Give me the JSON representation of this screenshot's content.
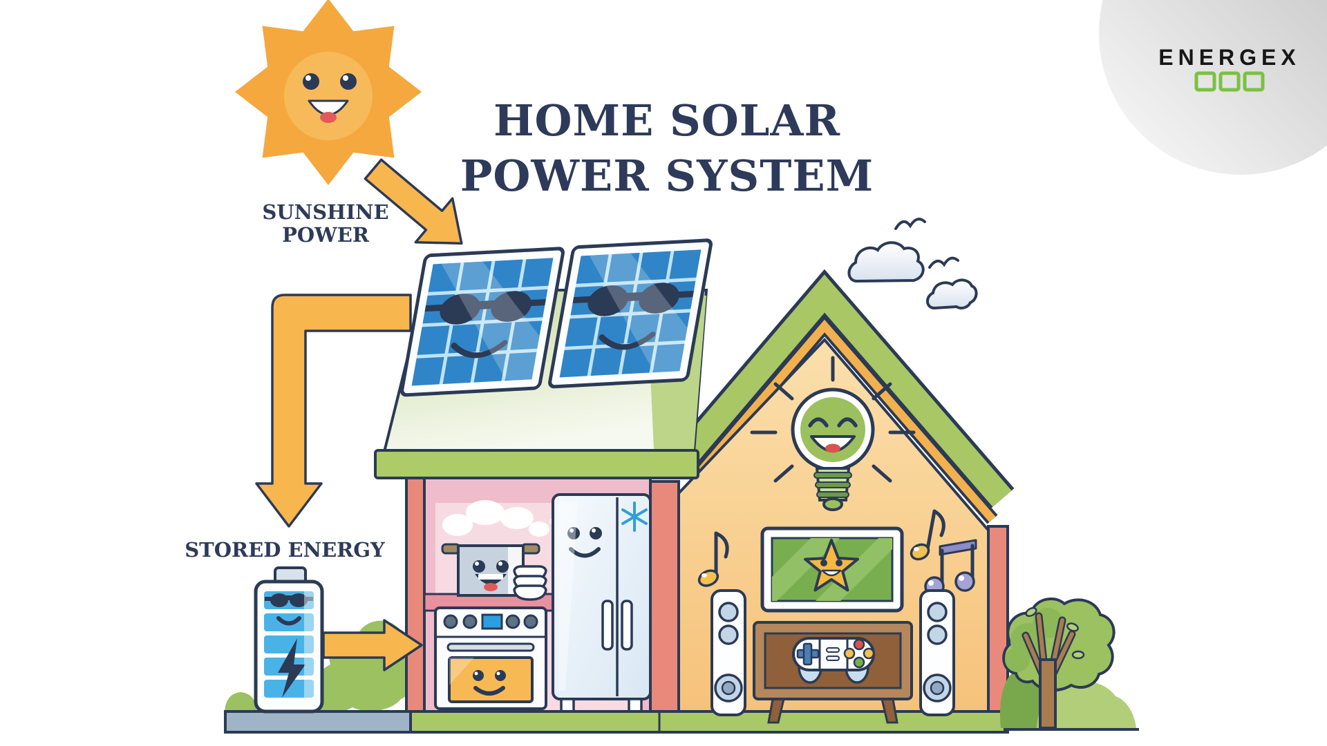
{
  "title": {
    "line1": "HOME SOLAR",
    "line2": "POWER SYSTEM",
    "color": "#2E3A59"
  },
  "sun_label": {
    "line1": "SUNSHINE",
    "line2": "POWER"
  },
  "battery_label": {
    "text": "STORED ENERGY"
  },
  "logo": {
    "brand": "ENERGEX",
    "accent_color": "#7CC142",
    "square_count": 3
  },
  "palette": {
    "outline_navy": "#2B3A55",
    "arrow_orange": "#F7B64E",
    "sun_orange": "#F5A83E",
    "roof_green": "#A9C765",
    "eave_green": "#AECB69",
    "roof_trim_orange": "#F2B14E",
    "attic_wall_orange": "#F6C377",
    "kitchen_pink": "#EFBCCB",
    "frame_salmon": "#E8897B",
    "panel_blue": "#2F85C7",
    "battery_blue": "#49B3E8",
    "floor_green": "#A9C867",
    "platform_gray": "#9FB4C7",
    "bush_green": "#9CC161",
    "tv_screen_green": "#79AE4F",
    "stand_brown": "#B5875A"
  },
  "icons": {
    "sun": "☀",
    "solar-panel": "▦",
    "battery": "🔋",
    "lightbulb": "💡",
    "snowflake": "❄",
    "music-note": "♪",
    "star": "★",
    "tv": "📺",
    "game-controller": "🎮",
    "cloud": "☁",
    "bird": "v",
    "tree": "🌳",
    "arrow": "➔"
  }
}
